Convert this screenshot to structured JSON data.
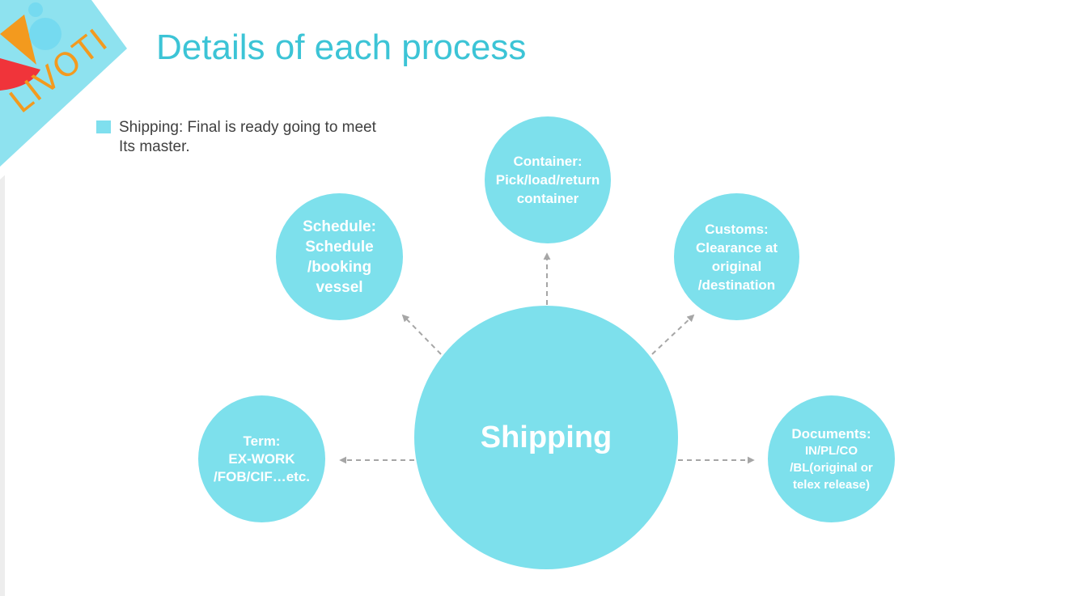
{
  "slide": {
    "title": "Details of each process",
    "logo_text": "LIVOTI",
    "bullet": {
      "lines": [
        "Shipping: Final is ready going to meet",
        "Its master."
      ]
    }
  },
  "diagram": {
    "center": {
      "label": "Shipping"
    },
    "nodes": [
      {
        "id": "schedule",
        "lines": [
          "Schedule:",
          "Schedule",
          "/booking",
          "vessel"
        ]
      },
      {
        "id": "container",
        "lines": [
          "Container:",
          "Pick/load/return",
          "container"
        ]
      },
      {
        "id": "customs",
        "lines": [
          "Customs:",
          "Clearance at",
          "original",
          "/destination"
        ]
      },
      {
        "id": "term",
        "lines": [
          "Term:",
          "EX-WORK",
          "/FOB/CIF…etc."
        ]
      },
      {
        "id": "documents",
        "lines": [
          "Documents:",
          "IN/PL/CO",
          "/BL(original or",
          "telex release)"
        ]
      }
    ]
  },
  "colors": {
    "title": "#3cc4d6",
    "circle_fill": "#7de0ec",
    "circle_text": "#ffffff",
    "arrow": "#a6a6a6",
    "bullet_marker": "#7fdfee",
    "logo_band": "#8ee2ef",
    "logo_text": "#f39a1e"
  }
}
